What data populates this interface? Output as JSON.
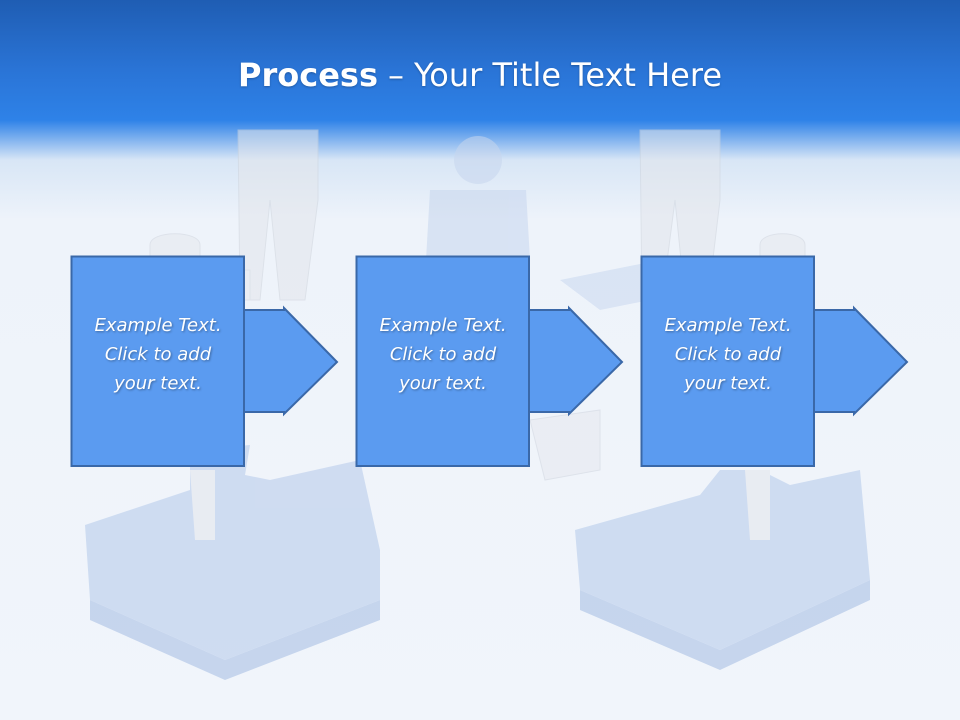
{
  "title": {
    "bold": "Process",
    "separator": "–",
    "rest": "Your Title Text Here"
  },
  "steps": [
    {
      "lines": [
        "Example Text.",
        "Click  to add",
        "your text."
      ]
    },
    {
      "lines": [
        "Example Text.",
        "Click  to add",
        "your text."
      ]
    },
    {
      "lines": [
        "Example Text.",
        "Click  to add",
        "your text."
      ]
    }
  ],
  "colors": {
    "header": "#2a74d6",
    "box_fill": "#5b9bf0",
    "box_stroke": "#3a68a8",
    "text": "#ffffff"
  }
}
